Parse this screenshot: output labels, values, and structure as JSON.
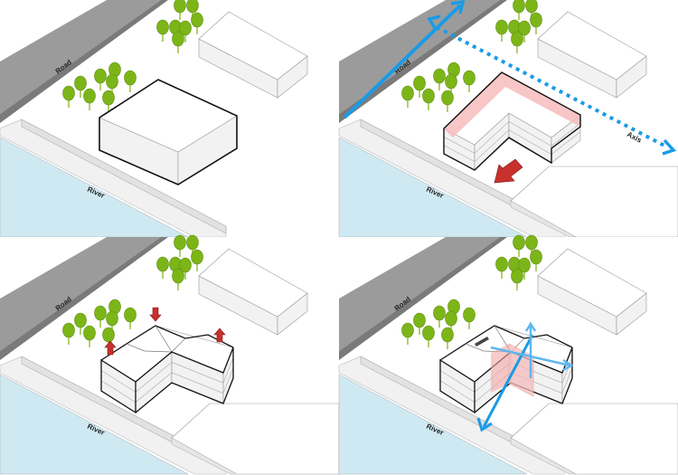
{
  "panels": [
    {
      "title": "site",
      "road_label": "Road",
      "river_label": "River"
    },
    {
      "title": "axis",
      "road_label": "Road",
      "river_label": "River",
      "axis_label": "Axis"
    },
    {
      "title": "roof",
      "road_label": "Road",
      "river_label": "River"
    },
    {
      "title": "passage",
      "road_label": "Road",
      "river_label": "River"
    }
  ],
  "colors": {
    "road": "#9b9b9b",
    "river": "#cfe9f3",
    "tree": "#7cb518",
    "accent_blue": "#1a9be6",
    "accent_red": "#c8302c",
    "highlight_pink": "#f7bcbc"
  }
}
